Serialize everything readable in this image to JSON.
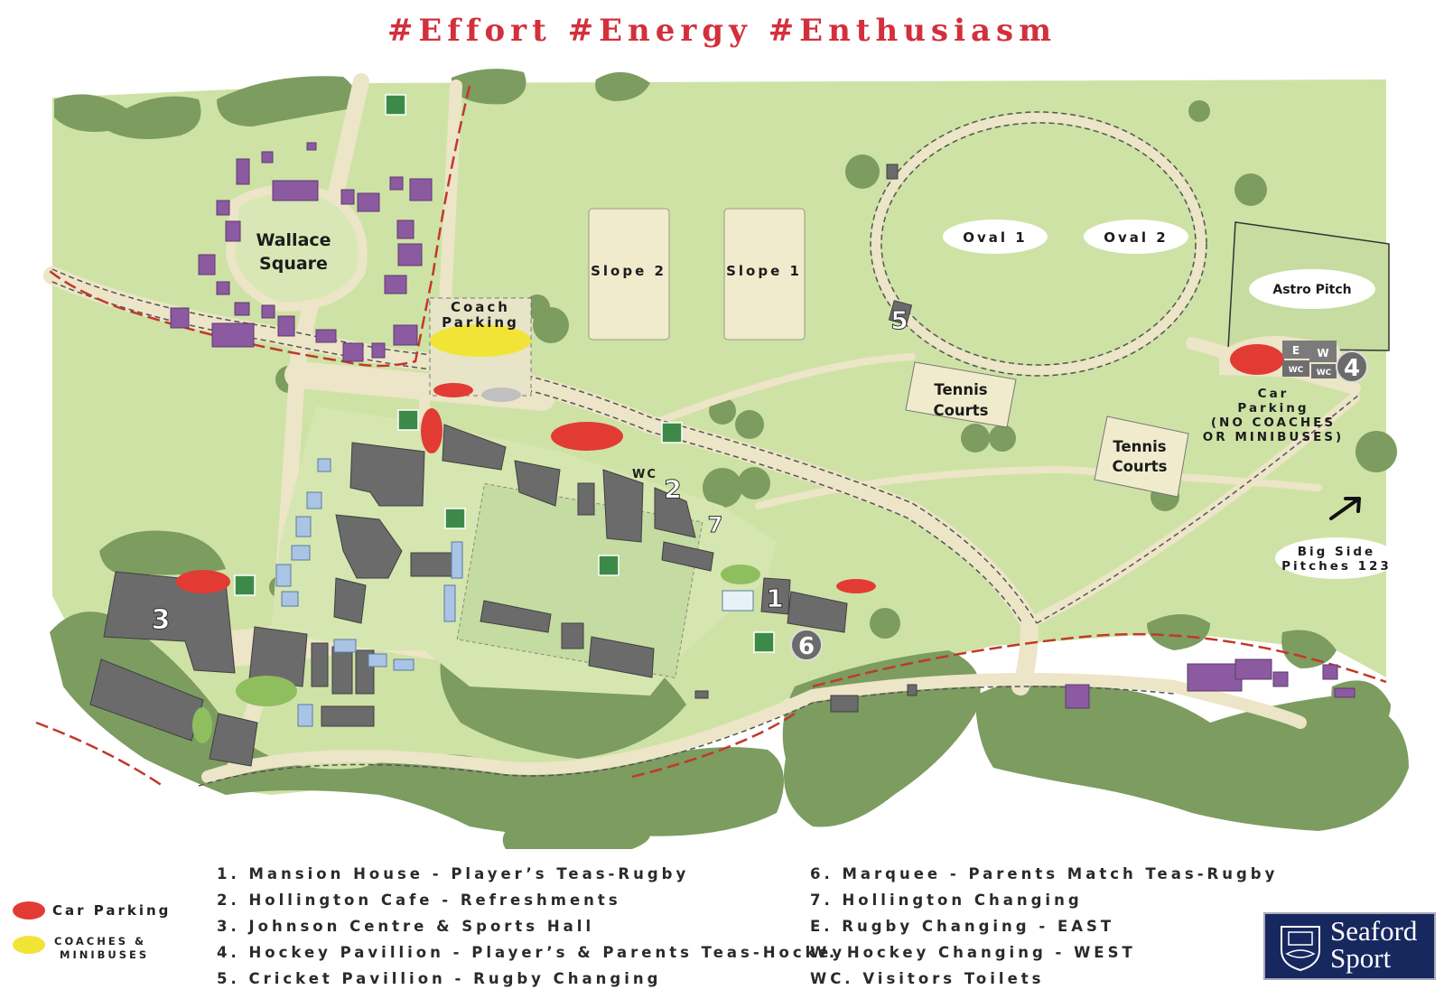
{
  "title": "#Effort #Energy #Enthusiasm",
  "map_labels": {
    "wallace_square_1": "Wallace",
    "wallace_square_2": "Square",
    "coach_parking_1": "Coach",
    "coach_parking_2": "Parking",
    "slope2": "Slope 2",
    "slope1": "Slope 1",
    "oval1": "Oval 1",
    "oval2": "Oval 2",
    "astro": "Astro Pitch",
    "tennis_a_1": "Tennis",
    "tennis_a_2": "Courts",
    "tennis_b_1": "Tennis",
    "tennis_b_2": "Courts",
    "car_parking_1": "Car",
    "car_parking_2": "Parking",
    "car_parking_3": "(NO COACHES",
    "car_parking_4": "OR MINIBUSES)",
    "bigside_1": "Big Side",
    "bigside_2": "Pitches 123",
    "wc": "WC",
    "hp_e": "E",
    "hp_w": "W",
    "hp_wc": "WC"
  },
  "markers": {
    "m1": "1",
    "m2": "2",
    "m3": "3",
    "m4": "4",
    "m5": "5",
    "m6": "6",
    "m7": "7"
  },
  "legend": {
    "left": [
      "1. Mansion House - Player’s Teas-Rugby",
      "2. Hollington Cafe - Refreshments",
      "3. Johnson Centre & Sports Hall",
      "4. Hockey Pavillion - Player’s & Parents Teas-Hockey",
      "5. Cricket Pavillion - Rugby Changing"
    ],
    "right": [
      "6. Marquee - Parents Match Teas-Rugby",
      "7. Hollington Changing",
      "E. Rugby Changing - EAST",
      "W. Hockey Changing - WEST",
      "WC. Visitors Toilets"
    ]
  },
  "key": {
    "car_parking": "Car Parking",
    "coaches_1": "COACHES &",
    "coaches_2": "MINIBUSES"
  },
  "colors": {
    "grass": "#cfe2a6",
    "trees": "#7c9c60",
    "building": "#6b6b6b",
    "house": "#8c5aa0",
    "car_parking": "#e23b34",
    "coach_parking": "#f2e437",
    "title": "#d2303c"
  },
  "logo": {
    "line1": "Seaford",
    "line2": "Sport"
  }
}
